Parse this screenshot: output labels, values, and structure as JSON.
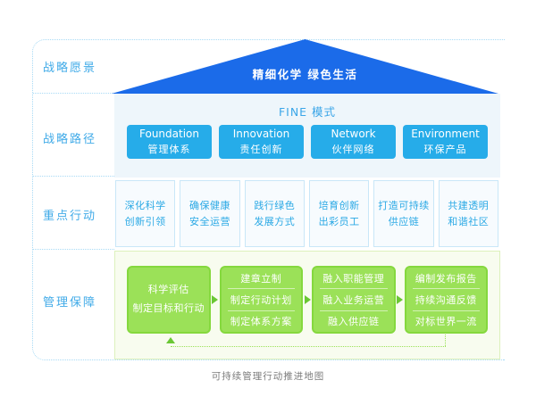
{
  "rows": [
    {
      "label": "战略愿景"
    },
    {
      "label": "战略路径"
    },
    {
      "label": "重点行动"
    },
    {
      "label": "管理保障"
    }
  ],
  "vision": {
    "roof_text": "精细化学 绿色生活"
  },
  "path": {
    "model_title": "FINE 模式",
    "pillars": [
      {
        "en": "Foundation",
        "cn": "管理体系"
      },
      {
        "en": "Innovation",
        "cn": "责任创新"
      },
      {
        "en": "Network",
        "cn": "伙伴网络"
      },
      {
        "en": "Environment",
        "cn": "环保产品"
      }
    ]
  },
  "actions": [
    {
      "line1": "深化科学",
      "line2": "创新引领"
    },
    {
      "line1": "确保健康",
      "line2": "安全运营"
    },
    {
      "line1": "践行绿色",
      "line2": "发展方式"
    },
    {
      "line1": "培育创新",
      "line2": "出彩员工"
    },
    {
      "line1": "打造可持续",
      "line2": "供应链"
    },
    {
      "line1": "共建透明",
      "line2": "和谐社区"
    }
  ],
  "governance": {
    "steps": [
      {
        "lines": [
          "科学评估",
          "制定目标和行动"
        ]
      },
      {
        "lines": [
          "建章立制",
          "制定行动计划",
          "制定体系方案"
        ]
      },
      {
        "lines": [
          "融入职能管理",
          "融入业务运营",
          "融入供应链"
        ]
      },
      {
        "lines": [
          "编制发布报告",
          "持续沟通反馈",
          "对标世界一流"
        ]
      }
    ]
  },
  "caption": "可持续管理行动推进地图",
  "colors": {
    "roof_blue": "#1B6BE9",
    "pillar_cyan": "#26ACE9",
    "panel_light_blue": "#EEF6FB",
    "label_blue": "#41ABE8",
    "action_text_blue": "#2BA9E5",
    "action_border_blue": "#C9E7F8",
    "green_panel_bg": "#F8FCEF",
    "green_box": "#9BE158",
    "green_box_border": "#85D83E",
    "arrow_green": "#6AC734",
    "caption_gray": "#7C7C7C"
  }
}
